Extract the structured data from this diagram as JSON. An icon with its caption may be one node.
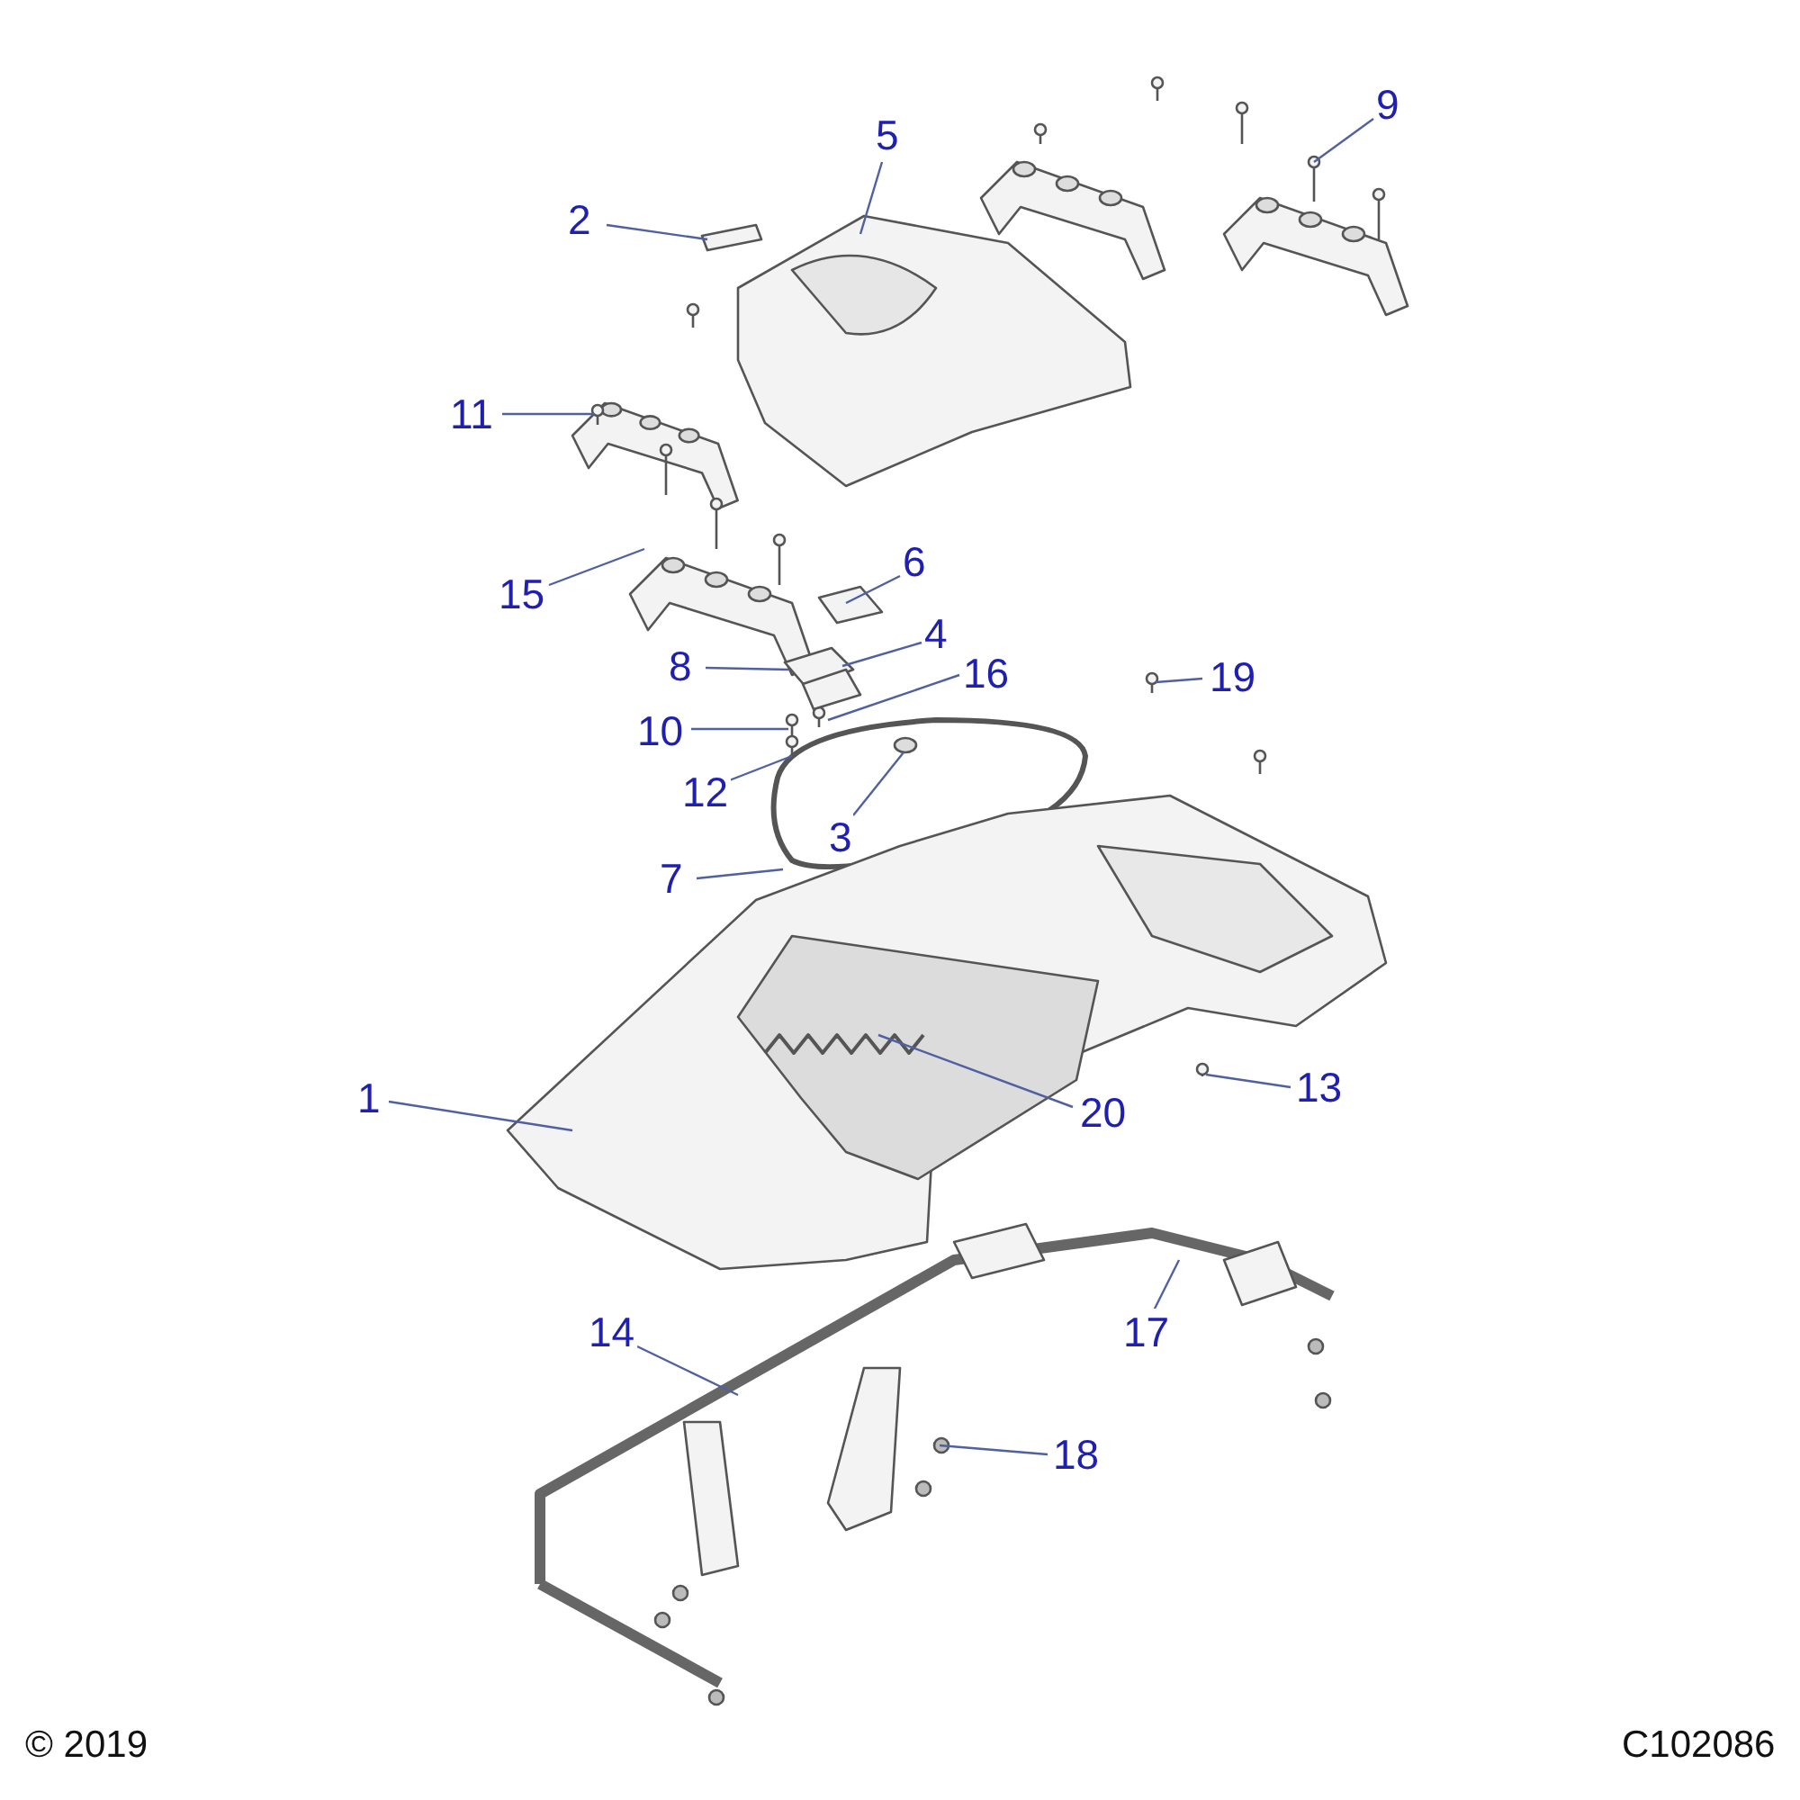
{
  "diagram": {
    "nodes": [
      {
        "text": [
          "9"
        ]
      },
      {
        "text": [
          "5"
        ]
      },
      {
        "text": [
          "2"
        ]
      },
      {
        "text": [
          "11"
        ]
      },
      {
        "text": [
          "6"
        ]
      },
      {
        "text": [
          "15"
        ]
      },
      {
        "text": [
          "4"
        ]
      },
      {
        "text": [
          "8"
        ]
      },
      {
        "text": [
          "16"
        ]
      },
      {
        "text": [
          "19"
        ]
      },
      {
        "text": [
          "10"
        ]
      },
      {
        "text": [
          "12"
        ]
      },
      {
        "text": [
          "3"
        ]
      },
      {
        "text": [
          "7"
        ]
      },
      {
        "text": [
          "13"
        ]
      },
      {
        "text": [
          "1"
        ]
      },
      {
        "text": [
          "20"
        ]
      },
      {
        "text": [
          "14"
        ]
      },
      {
        "text": [
          "17"
        ]
      },
      {
        "text": [
          "18"
        ]
      }
    ],
    "edges": [
      {
        "from": 0,
        "to": null,
        "arrow": "none"
      },
      {
        "from": 1,
        "to": null,
        "arrow": "none"
      },
      {
        "from": 2,
        "to": null,
        "arrow": "none"
      },
      {
        "from": 3,
        "to": null,
        "arrow": "none"
      },
      {
        "from": 4,
        "to": null,
        "arrow": "none"
      },
      {
        "from": 5,
        "to": null,
        "arrow": "none"
      },
      {
        "from": 6,
        "to": null,
        "arrow": "none"
      },
      {
        "from": 7,
        "to": null,
        "arrow": "none"
      },
      {
        "from": 8,
        "to": null,
        "arrow": "none"
      },
      {
        "from": 9,
        "to": null,
        "arrow": "none"
      },
      {
        "from": 10,
        "to": null,
        "arrow": "none"
      },
      {
        "from": 11,
        "to": null,
        "arrow": "none"
      },
      {
        "from": 12,
        "to": null,
        "arrow": "none"
      },
      {
        "from": 13,
        "to": null,
        "arrow": "none"
      },
      {
        "from": 14,
        "to": null,
        "arrow": "none"
      },
      {
        "from": 15,
        "to": null,
        "arrow": "none"
      },
      {
        "from": 16,
        "to": null,
        "arrow": "none"
      },
      {
        "from": 17,
        "to": null,
        "arrow": "none"
      },
      {
        "from": 18,
        "to": null,
        "arrow": "none"
      },
      {
        "from": 19,
        "to": null,
        "arrow": "none"
      }
    ],
    "labels": [
      "© 2019",
      "C102086"
    ]
  }
}
